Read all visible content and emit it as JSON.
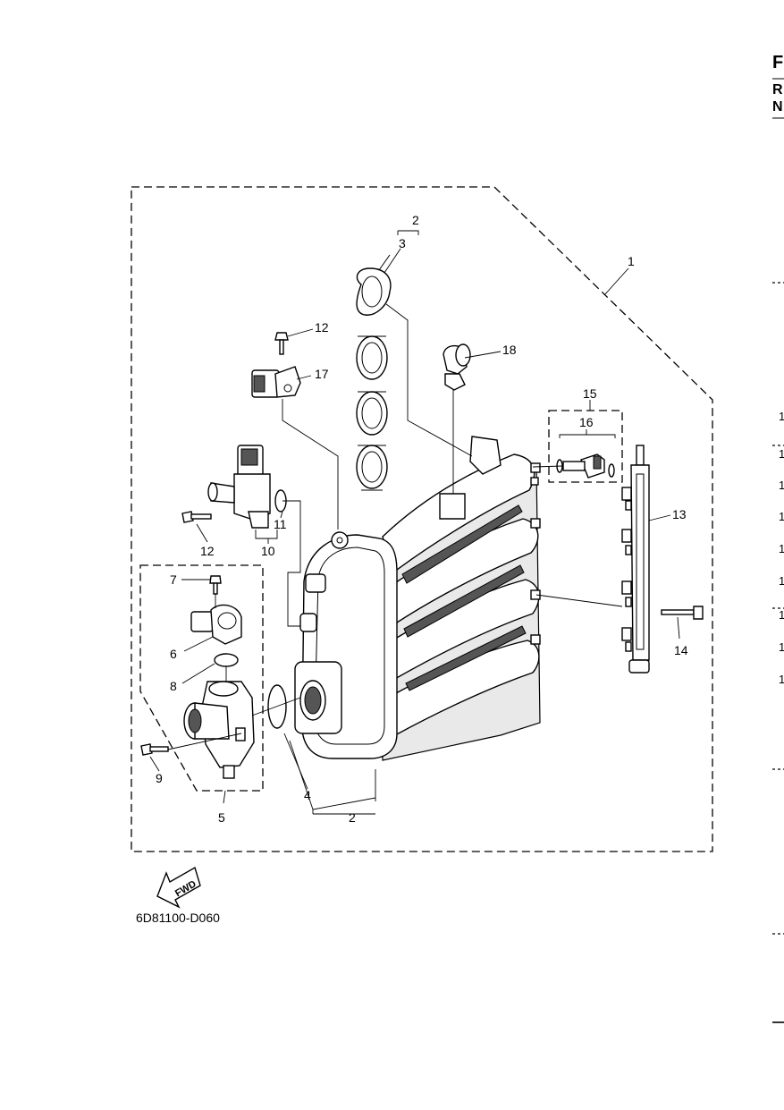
{
  "diagram": {
    "part_code": "6D81100-D060",
    "fwd_label": "FWD",
    "callouts": {
      "c1": "1",
      "c2_top": "2",
      "c3": "3",
      "c2_bottom": "2",
      "c4": "4",
      "c5": "5",
      "c6": "6",
      "c7": "7",
      "c8": "8",
      "c9": "9",
      "c10": "10",
      "c11": "11",
      "c12_top": "12",
      "c12_left": "12",
      "c13": "13",
      "c14": "14",
      "c15": "15",
      "c16": "16",
      "c17": "17",
      "c18": "18"
    },
    "right_edge": {
      "header": [
        "F",
        "R",
        "N"
      ],
      "column": [
        "1",
        "1",
        "1",
        "1",
        "1",
        "1",
        "1",
        "1",
        "1"
      ]
    }
  }
}
